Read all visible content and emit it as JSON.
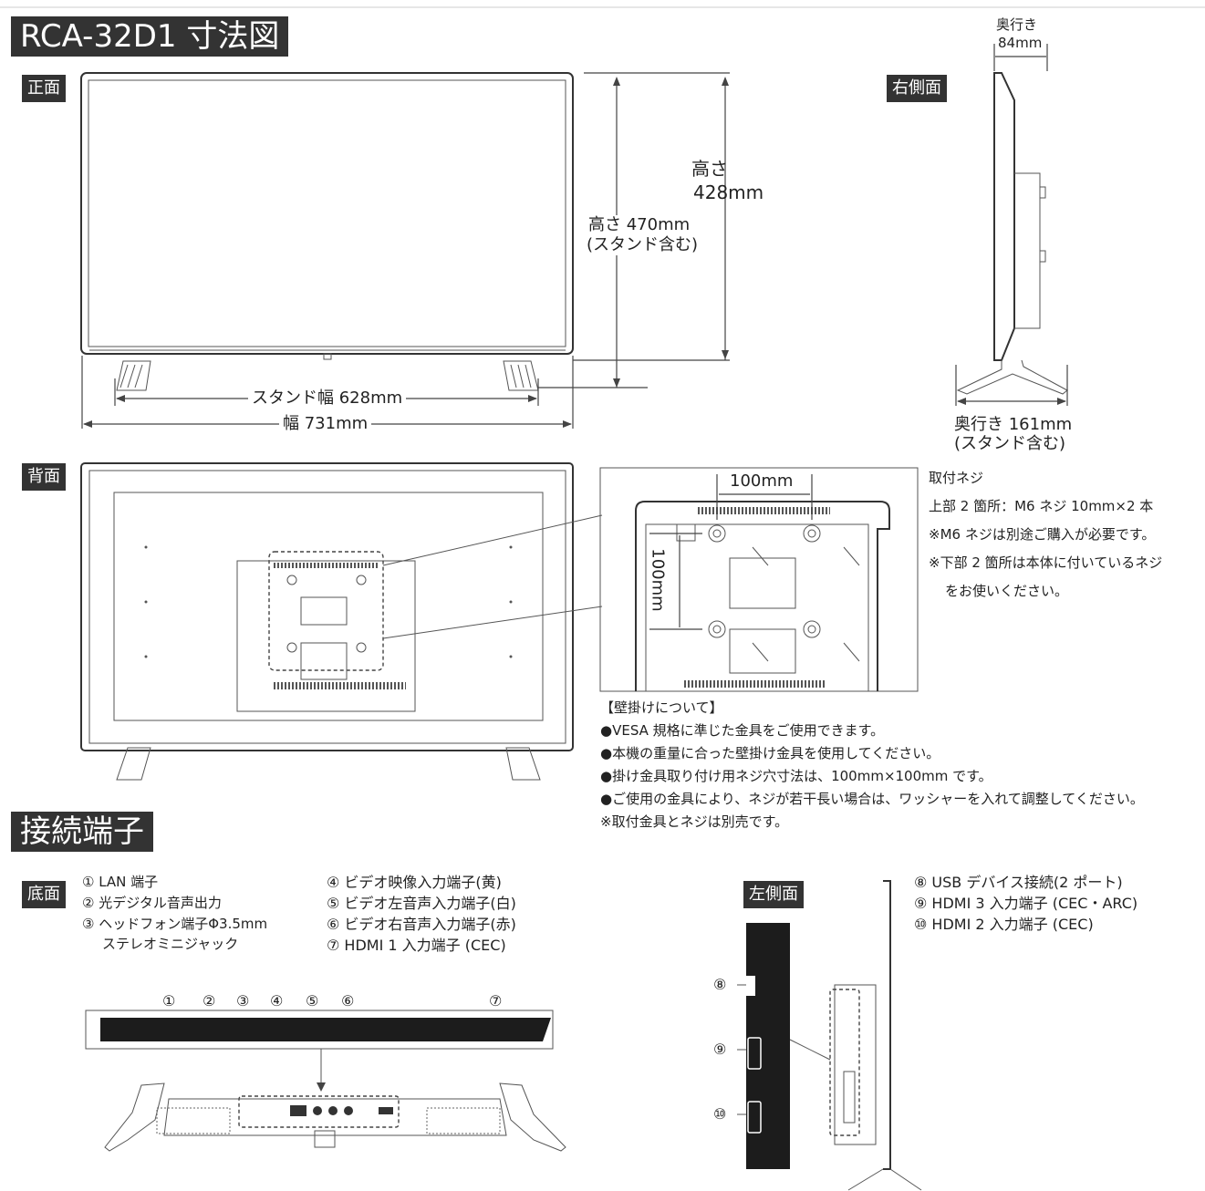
{
  "header": {
    "title": "RCA-32D1 寸法図"
  },
  "front": {
    "tag": "正面",
    "height_label": "高さ",
    "height_value": "428mm",
    "height_stand_label": "高さ 470mm",
    "height_stand_note": "(スタンド含む)",
    "stand_width": "スタンド幅 628mm",
    "width": "幅 731mm"
  },
  "side_right": {
    "tag": "右側面",
    "depth_label": "奥行き",
    "depth_value": "84mm",
    "depth_stand": "奥行き 161mm",
    "depth_stand_note": "(スタンド含む)"
  },
  "back": {
    "tag": "背面"
  },
  "vesa": {
    "horizontal": "100mm",
    "vertical": "100mm"
  },
  "screws": {
    "title": "取付ネジ",
    "line1": "上部 2 箇所：M6 ネジ 10mm×2 本",
    "line2": "※M6 ネジは別途ご購入が必要です。",
    "line3": "※下部 2 箇所は本体に付いているネジ",
    "line4": "をお使いください。"
  },
  "wall_mount": {
    "title": "【壁掛けについて】",
    "items": [
      "●VESA 規格に準じた金具をご使用できます。",
      "●本機の重量に合った壁掛け金具を使用してください。",
      "●掛け金具取り付け用ネジ穴寸法は、100mm×100mm です。",
      "●ご使用の金具により、ネジが若干長い場合は、ワッシャーを入れて調整してください。",
      "※取付金具とネジは別売です。"
    ]
  },
  "connectors": {
    "title": "接続端子",
    "bottom_tag": "底面",
    "left_tag": "左側面",
    "bottom_items_a": [
      "① LAN 端子",
      "② 光デジタル音声出力",
      "③ ヘッドフォン端子Φ3.5mm",
      "ステレオミニジャック"
    ],
    "bottom_items_b": [
      "④ ビデオ映像入力端子(黄)",
      "⑤ ビデオ左音声入力端子(白)",
      "⑥ ビデオ右音声入力端子(赤)",
      "⑦ HDMI 1 入力端子 (CEC)"
    ],
    "left_items": [
      "⑧ USB デバイス接続(2 ポート)",
      "⑨ HDMI 3 入力端子 (CEC・ARC)",
      "⑩ HDMI 2 入力端子 (CEC)"
    ],
    "panel_numbers": [
      "①",
      "②",
      "③",
      "④",
      "⑤",
      "⑥",
      "⑦"
    ],
    "side_numbers": [
      "⑧",
      "⑨",
      "⑩"
    ]
  }
}
